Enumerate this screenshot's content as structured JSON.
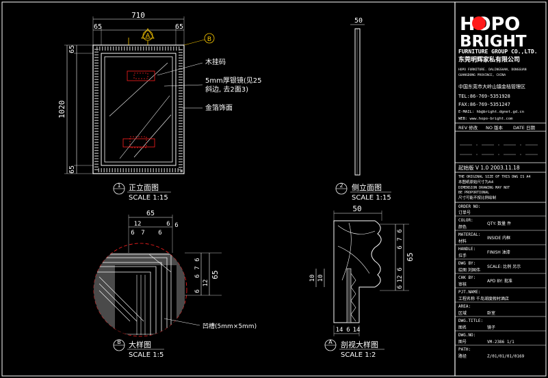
{
  "drawing": {
    "front_view": {
      "title": "正立面图",
      "scale": "SCALE 1:15",
      "number": "1",
      "dims": {
        "width": "710",
        "left_margin": "65",
        "right_margin": "65",
        "height": "1020",
        "top_margin": "65",
        "bottom_margin": "65"
      },
      "section_mark": "A",
      "ref_mark": "B",
      "callouts": [
        "木挂码",
        "5mm厚银镜(见25",
        "斜边, 去2面3)",
        "金箔饰面"
      ]
    },
    "side_view": {
      "title": "侧立面图",
      "scale": "SCALE 1:15",
      "number": "2",
      "dim_depth": "50"
    },
    "detail_b": {
      "title": "大样图",
      "scale": "SCALE 1:5",
      "number": "B",
      "dims_top": [
        "65",
        "12",
        "6",
        "7",
        "6",
        "6",
        "6"
      ],
      "dims_right": [
        "6",
        "7",
        "6",
        "12",
        "6",
        "65"
      ],
      "callout": "凹槽(5mm×5mm)"
    },
    "section_a": {
      "title": "剖视大样图",
      "scale": "SCALE 1:2",
      "number": "A",
      "dim_top": "50",
      "dims_right": [
        "6",
        "7",
        "6",
        "6",
        "12",
        "6",
        "65"
      ],
      "dims_left": [
        "10",
        "10"
      ],
      "dims_bottom": [
        "14",
        "6",
        "14"
      ]
    }
  },
  "title_block": {
    "logo_top": "HOPO",
    "logo_bottom": "BRIGHT",
    "company_en": "FURNITURE GROUP CO.,LTD.",
    "company_cn": "东莞明辉家私有限公司",
    "address_lines": [
      "HOPO FURNITURE. DALINGSHAN, DONGGUAN",
      "GUANGDONG PROVINCE, CHINA",
      "中国东莞市大岭山镇金桔管理区",
      "TEL:86-769-5351928",
      "FAX:86-769-5351247",
      "E-MAIL: hb@bright.dgnet.gd.cn",
      "WEB: www.hopo-bright.com"
    ],
    "rev_header": [
      "REV 修改",
      "NO 版本",
      "DATE 日期"
    ],
    "revision_line": "起始版 V 1.0 2003.11.18",
    "notes": [
      "THE ORIGINAL SIZE OF THIS DWG IS A4",
      "本图纸原始尺寸为A4",
      "DIMENSION DRAWING MAY NOT",
      "BE PROPORTIONAL",
      "尺寸可能不按比例绘制"
    ],
    "fields": [
      {
        "label": "ORDER NO:",
        "label_cn": "订单号",
        "value": ""
      },
      {
        "label": "COLOR:",
        "label_cn": "颜色",
        "value": "QTY: 数量 件"
      },
      {
        "label": "MATERIAL:",
        "label_cn": "材料",
        "value": "INSIDE 内框"
      },
      {
        "label": "HANDLE:",
        "label_cn": "拉手",
        "value": "FINISH 油漆"
      },
      {
        "label": "DWG BY:",
        "label_cn": "绘图 刘国伟",
        "value": "SCALE: 比例 另示"
      },
      {
        "label": "CHK BY:",
        "label_cn": "审核",
        "value": "APD BY: 批准"
      },
      {
        "label": "PJT.NAME:",
        "label_cn": "工程名称 千岛湖度假村酒店",
        "value": ""
      },
      {
        "label": "AREA:",
        "label_cn": "区域",
        "value": "卧室"
      },
      {
        "label": "DWG.TITLE:",
        "label_cn": "图名",
        "value": "镜子"
      },
      {
        "label": "DWG.NO:",
        "label_cn": "图号",
        "value": "VM-2386 1/1"
      },
      {
        "label": "PATH:",
        "label_cn": "路径",
        "value": "Z/01/01/01/0169"
      }
    ]
  }
}
